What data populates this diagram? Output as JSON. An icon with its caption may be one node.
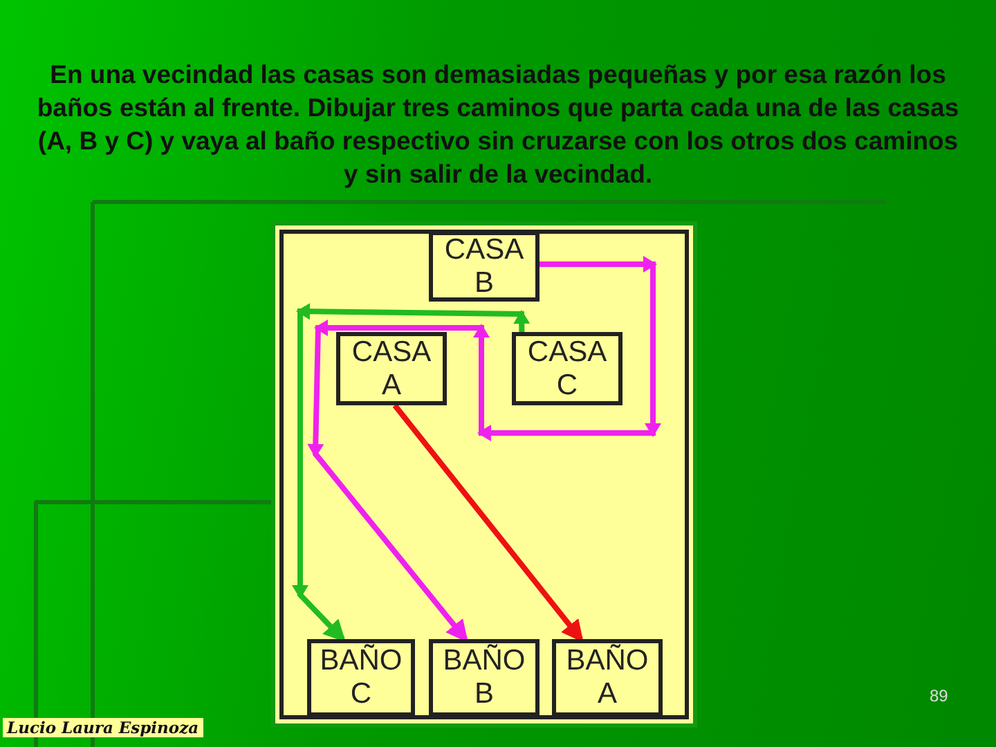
{
  "diagram": {
    "title": "En una vecindad las casas son demasiadas pequeñas y por esa razón los baños están al frente. Dibujar tres caminos que parta cada una de las casas (A, B y C) y vaya al baño respectivo sin cruzarse con los otros dos caminos y sin salir de la vecindad.",
    "nodes": [
      {
        "text": [],
        "shape": "box"
      },
      {
        "text": [
          "CASA B"
        ],
        "in": 0
      },
      {
        "text": [
          "CASA A"
        ],
        "in": 0
      },
      {
        "text": [
          "CASA C"
        ],
        "in": 0
      },
      {
        "text": [
          "BAÑO C"
        ],
        "in": 0
      },
      {
        "text": [
          "BAÑO B"
        ],
        "in": 0
      },
      {
        "text": [
          "BAÑO A"
        ],
        "in": 0
      }
    ],
    "edges": [
      {
        "from": 1,
        "to": 5,
        "arrow": "to",
        "color": "#ee22ee"
      },
      {
        "from": 3,
        "to": 4,
        "arrow": "to",
        "color": "#22bb22"
      },
      {
        "from": 2,
        "to": 6,
        "arrow": "to",
        "color": "#ee1111"
      }
    ],
    "labels": [
      "89",
      "Lucio Laura Espinoza"
    ]
  }
}
